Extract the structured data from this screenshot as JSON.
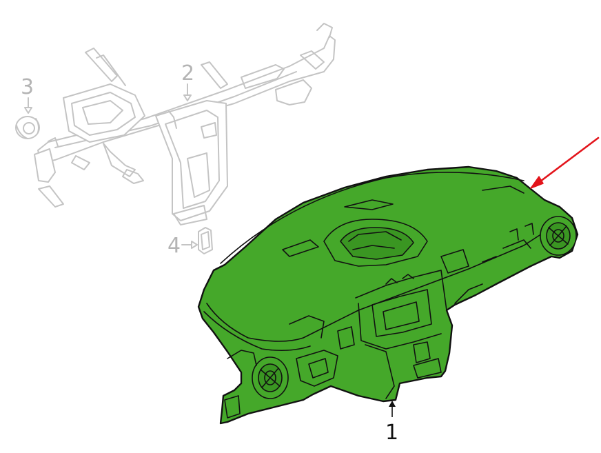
{
  "colors": {
    "highlight": "#45a82a",
    "highlight_dark": "#2f7d1b",
    "pointer_arrow": "#e3141b",
    "ghost_line": "#c4c4c4",
    "ink": "#111111"
  },
  "callouts": [
    {
      "id": "1",
      "label": "1"
    },
    {
      "id": "2",
      "label": "2"
    },
    {
      "id": "3",
      "label": "3"
    },
    {
      "id": "4",
      "label": "4"
    }
  ]
}
